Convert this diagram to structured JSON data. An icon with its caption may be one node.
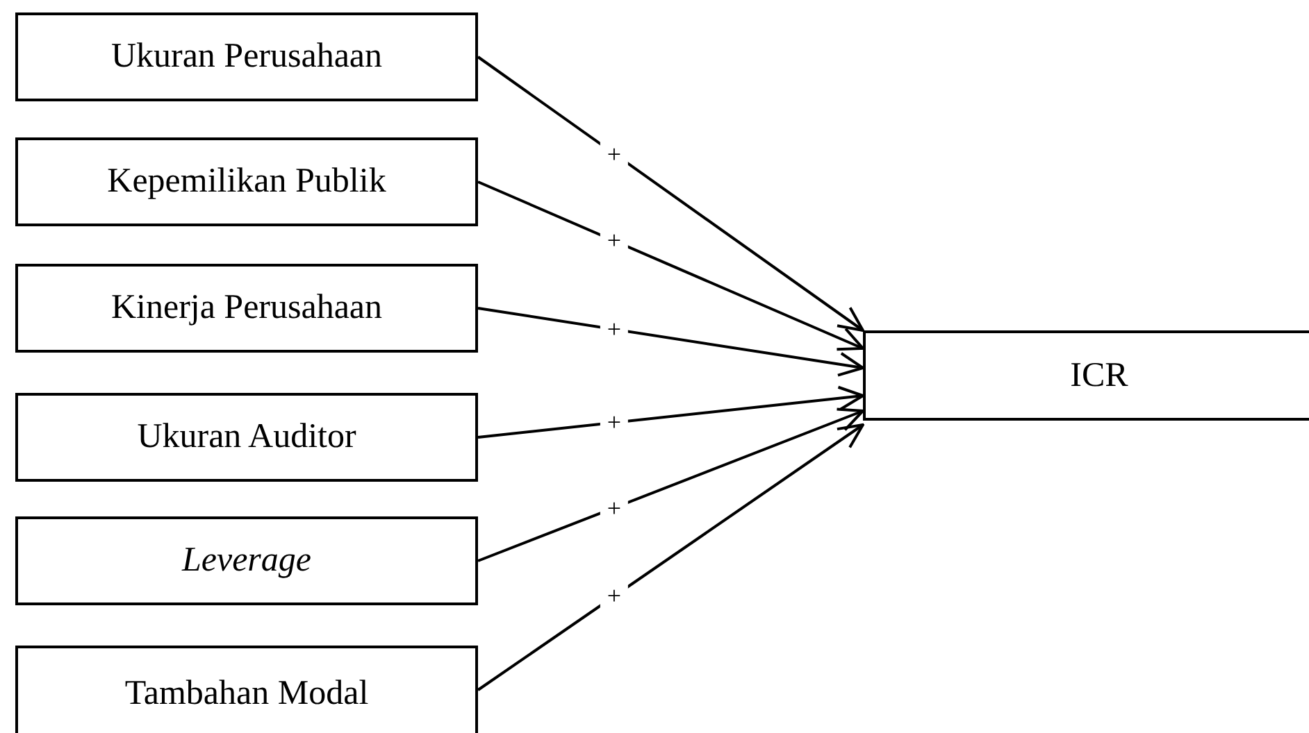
{
  "diagram": {
    "nodes": [
      {
        "text": [
          "Ukuran Perusahaan"
        ]
      },
      {
        "text": [
          "Kepemilikan Publik"
        ]
      },
      {
        "text": [
          "Kinerja Perusahaan"
        ]
      },
      {
        "text": [
          "Ukuran Auditor"
        ]
      },
      {
        "text": [
          "Leverage"
        ]
      },
      {
        "text": [
          "Tambahan Modal"
        ]
      },
      {
        "text": [
          "ICR"
        ]
      }
    ],
    "edges": [
      {
        "from": 0,
        "to": 6,
        "arrow": "to",
        "label": "+"
      },
      {
        "from": 1,
        "to": 6,
        "arrow": "to",
        "label": "+"
      },
      {
        "from": 2,
        "to": 6,
        "arrow": "to",
        "label": "+"
      },
      {
        "from": 3,
        "to": 6,
        "arrow": "to",
        "label": "+"
      },
      {
        "from": 4,
        "to": 6,
        "arrow": "to",
        "label": "+"
      },
      {
        "from": 5,
        "to": 6,
        "arrow": "to",
        "label": "+"
      }
    ]
  }
}
